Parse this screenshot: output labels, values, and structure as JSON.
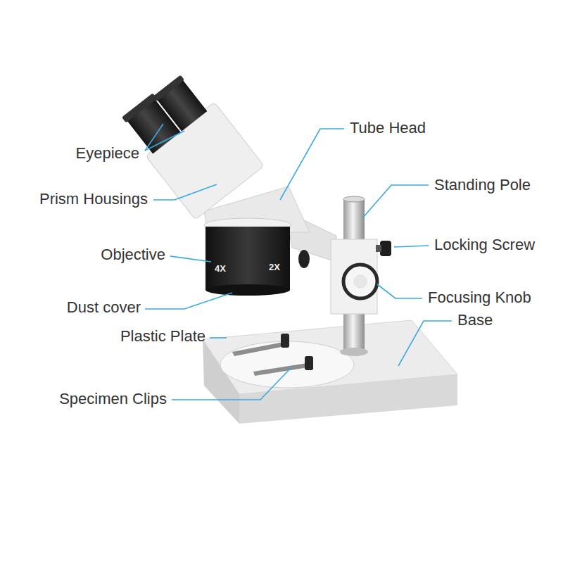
{
  "diagram": {
    "labels": [
      "Eyepiece",
      "Tube Head",
      "Prism Housings",
      "Standing Pole",
      "Objective",
      "Locking Screw",
      "Focusing Knob",
      "Base",
      "Dust cover",
      "Plastic Plate",
      "Specimen Clips",
      "4X",
      "2X"
    ]
  }
}
